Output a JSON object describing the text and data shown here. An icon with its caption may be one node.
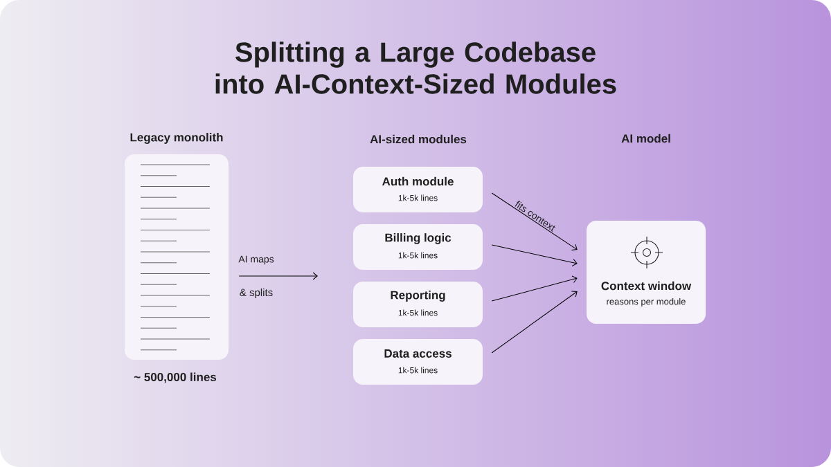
{
  "diagram": {
    "title": "Splitting a Large Codebase into AI-Context-Sized Modules",
    "nodes": [
      {
        "text": [
          "Legacy monolith"
        ],
        "beside": [
          "~ 500,000 lines"
        ]
      },
      {
        "text": [
          "Auth module",
          "1k-5k lines"
        ]
      },
      {
        "text": [
          "Billing logic",
          "1k-5k lines"
        ]
      },
      {
        "text": [
          "Reporting",
          "1k-5k lines"
        ]
      },
      {
        "text": [
          "Data access",
          "1k-5k lines"
        ]
      },
      {
        "text": [
          "Context window",
          "reasons per module"
        ]
      }
    ],
    "edges": [
      {
        "from": 0,
        "to": null,
        "arrow": "to",
        "label": "AI maps"
      },
      {
        "from": 1,
        "to": 5,
        "arrow": "to",
        "label": "fits context"
      },
      {
        "from": 2,
        "to": 5,
        "arrow": "to"
      },
      {
        "from": 3,
        "to": 5,
        "arrow": "to"
      },
      {
        "from": 4,
        "to": 5,
        "arrow": "to"
      }
    ],
    "labels": [
      "AI-sized modules",
      "& splits",
      "AI model"
    ]
  }
}
